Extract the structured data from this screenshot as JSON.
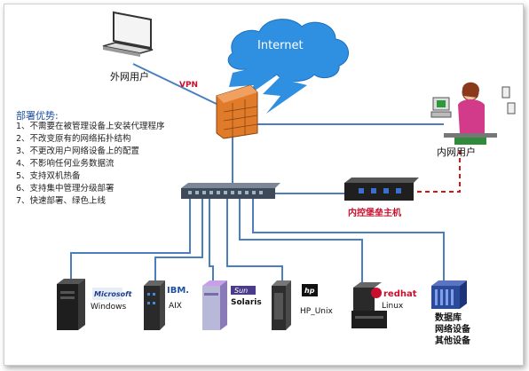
{
  "labels": {
    "internet": "Internet",
    "vpn": "VPN",
    "external_user": "外网用户",
    "internal_user": "内网用户",
    "bastion_host": "内控堡垒主机"
  },
  "advantages": {
    "title": "部署优势:",
    "items": [
      "1、不需要在被管理设备上安装代理程序",
      "2、不改变原有的网络拓扑结构",
      "3、不更改用户网络设备上的配置",
      "4、不影响任何业务数据流",
      "5、支持双机热备",
      "6、支持集中管理分级部署",
      "7、快速部署、绿色上线"
    ]
  },
  "servers": [
    {
      "logo": "Microsoft",
      "os": "Windows"
    },
    {
      "logo": "IBM.",
      "os": "AIX"
    },
    {
      "logo": "Sun",
      "os": "Solaris"
    },
    {
      "logo": "hp",
      "os": "HP_Unix"
    },
    {
      "logo": "redhat",
      "os": "Linux"
    },
    {
      "logo": "",
      "os": "数据库\n网络设备\n其他设备"
    }
  ],
  "colors": {
    "link": "#4a7fbf",
    "dashed": "#d01818",
    "cloud": "#2f8fe0",
    "firewall": "#e07b2a"
  }
}
